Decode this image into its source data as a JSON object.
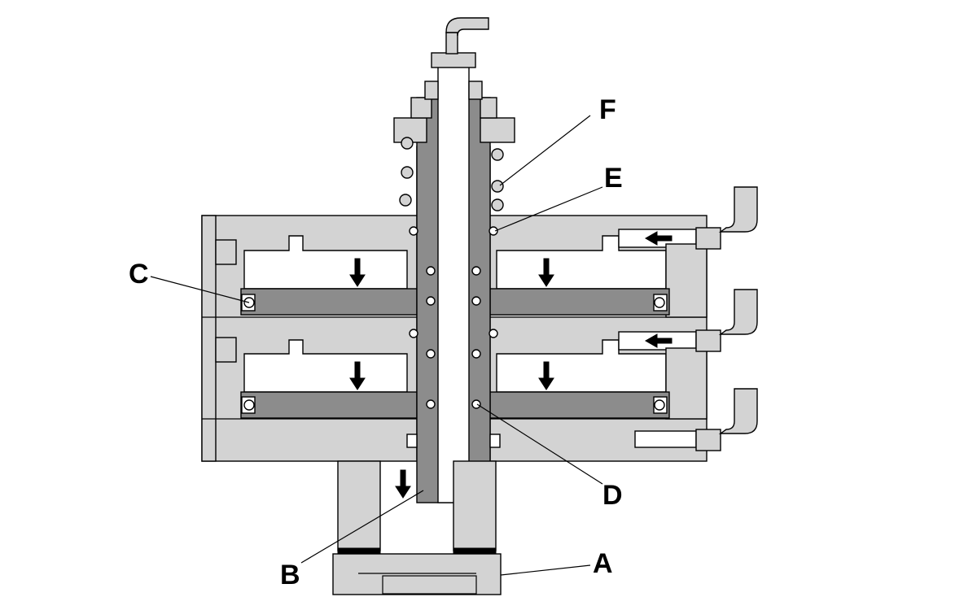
{
  "labels": {
    "a": "A",
    "b": "B",
    "c": "C",
    "d": "D",
    "e": "E",
    "f": "F"
  },
  "colors": {
    "light_gray": "#d3d3d3",
    "dark_gray": "#8c8c8c",
    "outline": "#000000",
    "background": "#ffffff"
  },
  "icons": [
    "arrow-down-icon",
    "arrow-left-icon",
    "elbow-fitting-icon",
    "spring-icon",
    "o-ring-icon"
  ]
}
